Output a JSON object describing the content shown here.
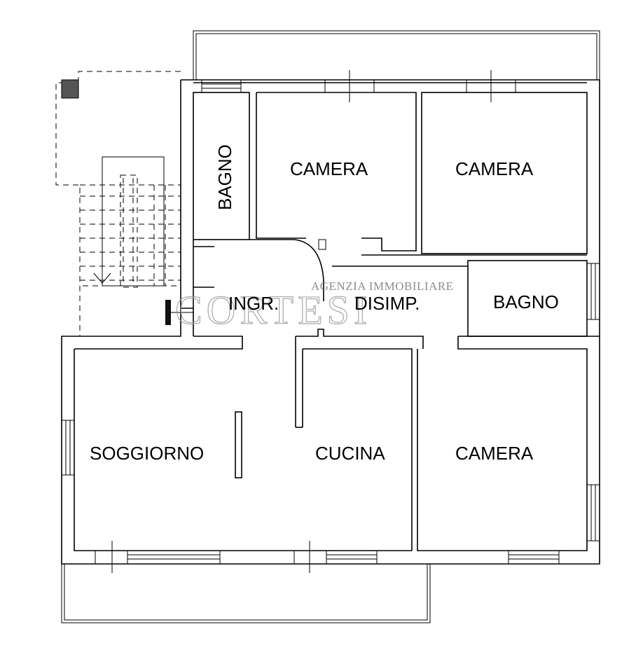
{
  "rooms": {
    "bagno_top": "BAGNO",
    "camera_1": "CAMERA",
    "camera_2": "CAMERA",
    "ingresso": "INGR.",
    "disimpegno": "DISIMP.",
    "bagno_right": "BAGNO",
    "soggiorno": "SOGGIORNO",
    "cucina": "CUCINA",
    "camera_3": "CAMERA"
  },
  "watermark": {
    "tagline": "AGENZIA IMMOBILIARE",
    "name": "CORTESI"
  }
}
